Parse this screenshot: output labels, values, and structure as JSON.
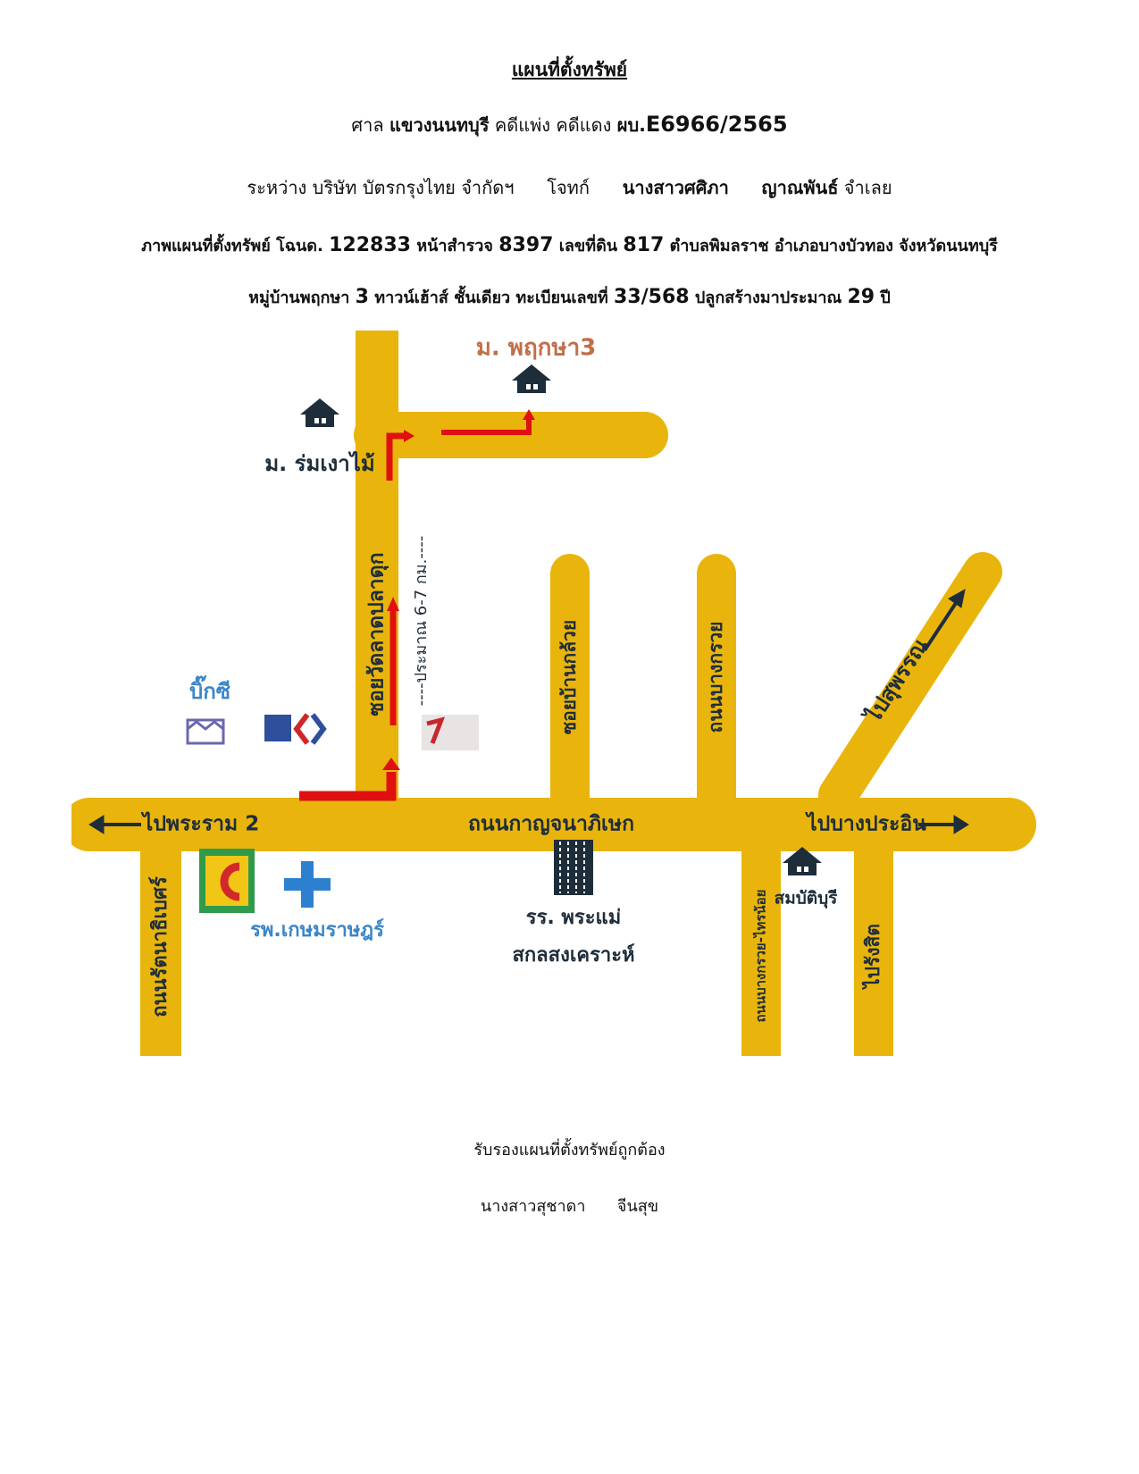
{
  "header": {
    "title": "แผนที่ตั้งทรัพย์",
    "court_prefix": "ศาล",
    "court_name": "แขวงนนทบุรี",
    "case_type": "คดีแพ่ง คดีแดง",
    "case_prefix": "ผบ.",
    "case_no": "E6966/2565",
    "between": "ระหว่าง บริษัท บัตรกรุงไทย จำกัดฯ",
    "plaintiff": "โจทก์",
    "defendant_first": "นางสาวศศิภา",
    "defendant_last": "ญาณพันธ์",
    "defendant_role": "จำเลย",
    "deed_prefix": "ภาพแผนที่ตั้งทรัพย์ โฉนด.",
    "deed_no": "122833",
    "survey_label": "หน้าสำรวจ",
    "survey_no": "8397",
    "land_label": "เลขที่ดิน",
    "land_no": "817",
    "location": "ตำบลพิมลราช อำเภอบางบัวทอง จังหวัดนนทบุรี",
    "village_label": "หมู่บ้านพฤกษา",
    "village_no": "3",
    "house_type": "ทาวน์เฮ้าส์ ชั้นเดียว ทะเบียนเลขที่",
    "house_no": "33/568",
    "built_label": "ปลูกสร้างมาประมาณ",
    "built_years": "29",
    "built_unit": "ปี"
  },
  "map": {
    "labels": {
      "village_target": "ม. พฤกษา3",
      "village_left": "ม. ร่มเงาไม้",
      "soi_vertical": "ซอยวัดลาดปลาดุก",
      "distance": "----ประมาณ 6-7 กม.----",
      "soi_banklauy": "ซอยบ้านกล้วย",
      "road_bangkruay": "ถนนบางกรวย",
      "to_suphan": "ไปสุพรรณ",
      "bigc": "บิ๊กซี",
      "to_rama2": "ไปพระราม 2",
      "main_road": "ถนนกาญจนาภิเษก",
      "to_bangprain": "ไปบางประอิน",
      "rattanathibet": "ถนนรัตนาธิเบศร์",
      "hospital": "รพ.เกษมราษฎร์",
      "school_1": "รร. พระแม่",
      "school_2": "สกลสงเคราะห์",
      "sombatburi": "สมบัติบุรี",
      "road_bottom_right": "ถนนบางกรวย-ไทรน้อย",
      "to_rangsit": "ไปรังสิต"
    },
    "colors": {
      "road": "#e9b50c",
      "route_arrow": "#e01010",
      "label_dark": "#1e2d3a",
      "label_blue": "#3b86c8",
      "label_brown": "#c0704a"
    }
  },
  "footer": {
    "certify": "รับรองแผนที่ตั้งทรัพย์ถูกต้อง",
    "signer_first": "นางสาวสุชาดา",
    "signer_last": "จีนสุข"
  }
}
